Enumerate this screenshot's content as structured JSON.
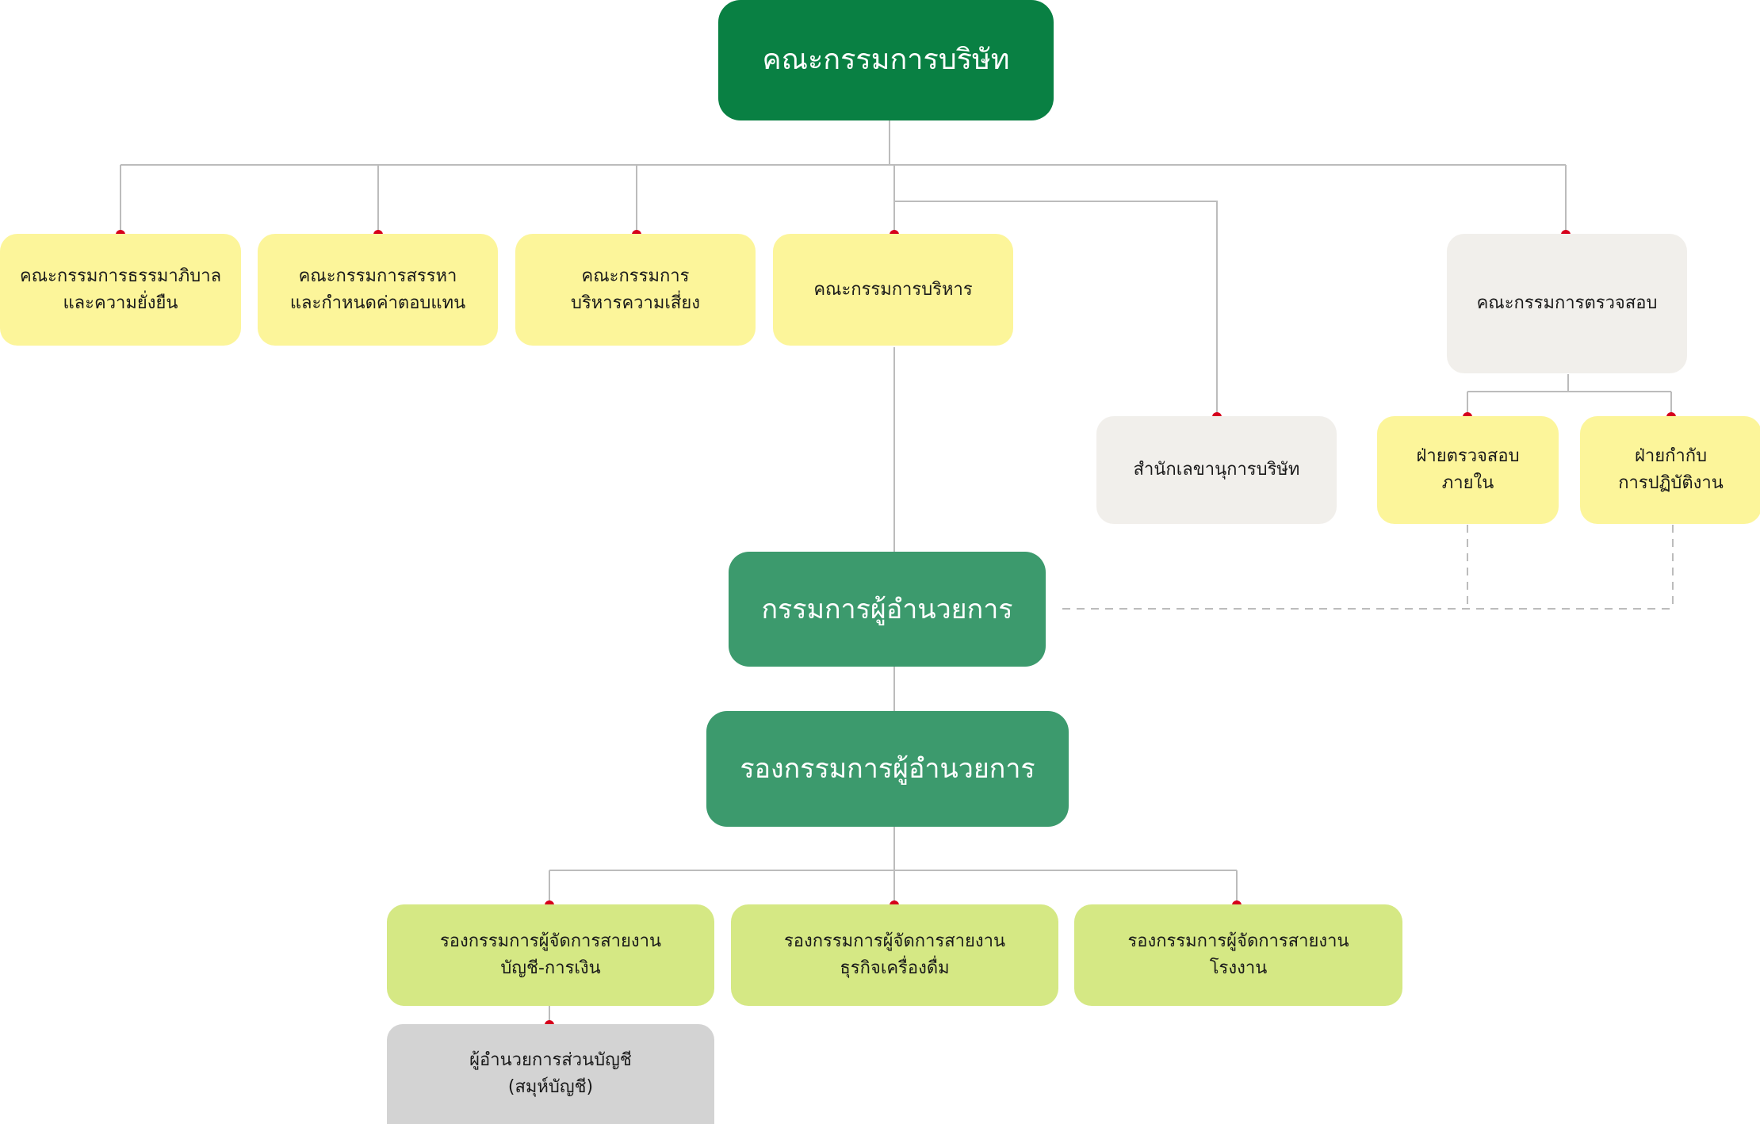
{
  "org_chart": {
    "board": "คณะกรรมการบริษัท",
    "committees": {
      "governance": "คณะกรรมการธรรมาภิบาล\nและความยั่งยืน",
      "nomination": "คณะกรรมการสรรหา\nและกำหนดค่าตอบแทน",
      "risk": "คณะกรรมการ\nบริหารความเสี่ยง",
      "executive": "คณะกรรมการบริหาร",
      "audit": "คณะกรรมการตรวจสอบ"
    },
    "company_secretary": "สำนักเลขานุการบริษัท",
    "internal_audit": "ฝ่ายตรวจสอบ\nภายใน",
    "compliance": "ฝ่ายกำกับ\nการปฏิบัติงาน",
    "managing_director": "กรรมการผู้อำนวยการ",
    "deputy_managing_director": "รองกรรมการผู้อำนวยการ",
    "deputy_managers": {
      "finance": "รองกรรมการผู้จัดการสายงาน\nบัญชี-การเงิน",
      "beverage": "รองกรรมการผู้จัดการสายงาน\nธุรกิจเครื่องดื่ม",
      "factory": "รองกรรมการผู้จัดการสายงาน\nโรงงาน"
    },
    "accounting_manager": "ผู้อำนวยการส่วนบัญชี\n(สมุห์บัญชี)"
  },
  "colors": {
    "board": "#098043",
    "executive_management": "#3c9a6d",
    "committee": "#fcf59a",
    "support_office": "#f1efeb",
    "business_unit": "#d5e884",
    "department": "#d3d3d3",
    "connector": "#bcbcbc",
    "connector_dot": "#d6001c"
  }
}
